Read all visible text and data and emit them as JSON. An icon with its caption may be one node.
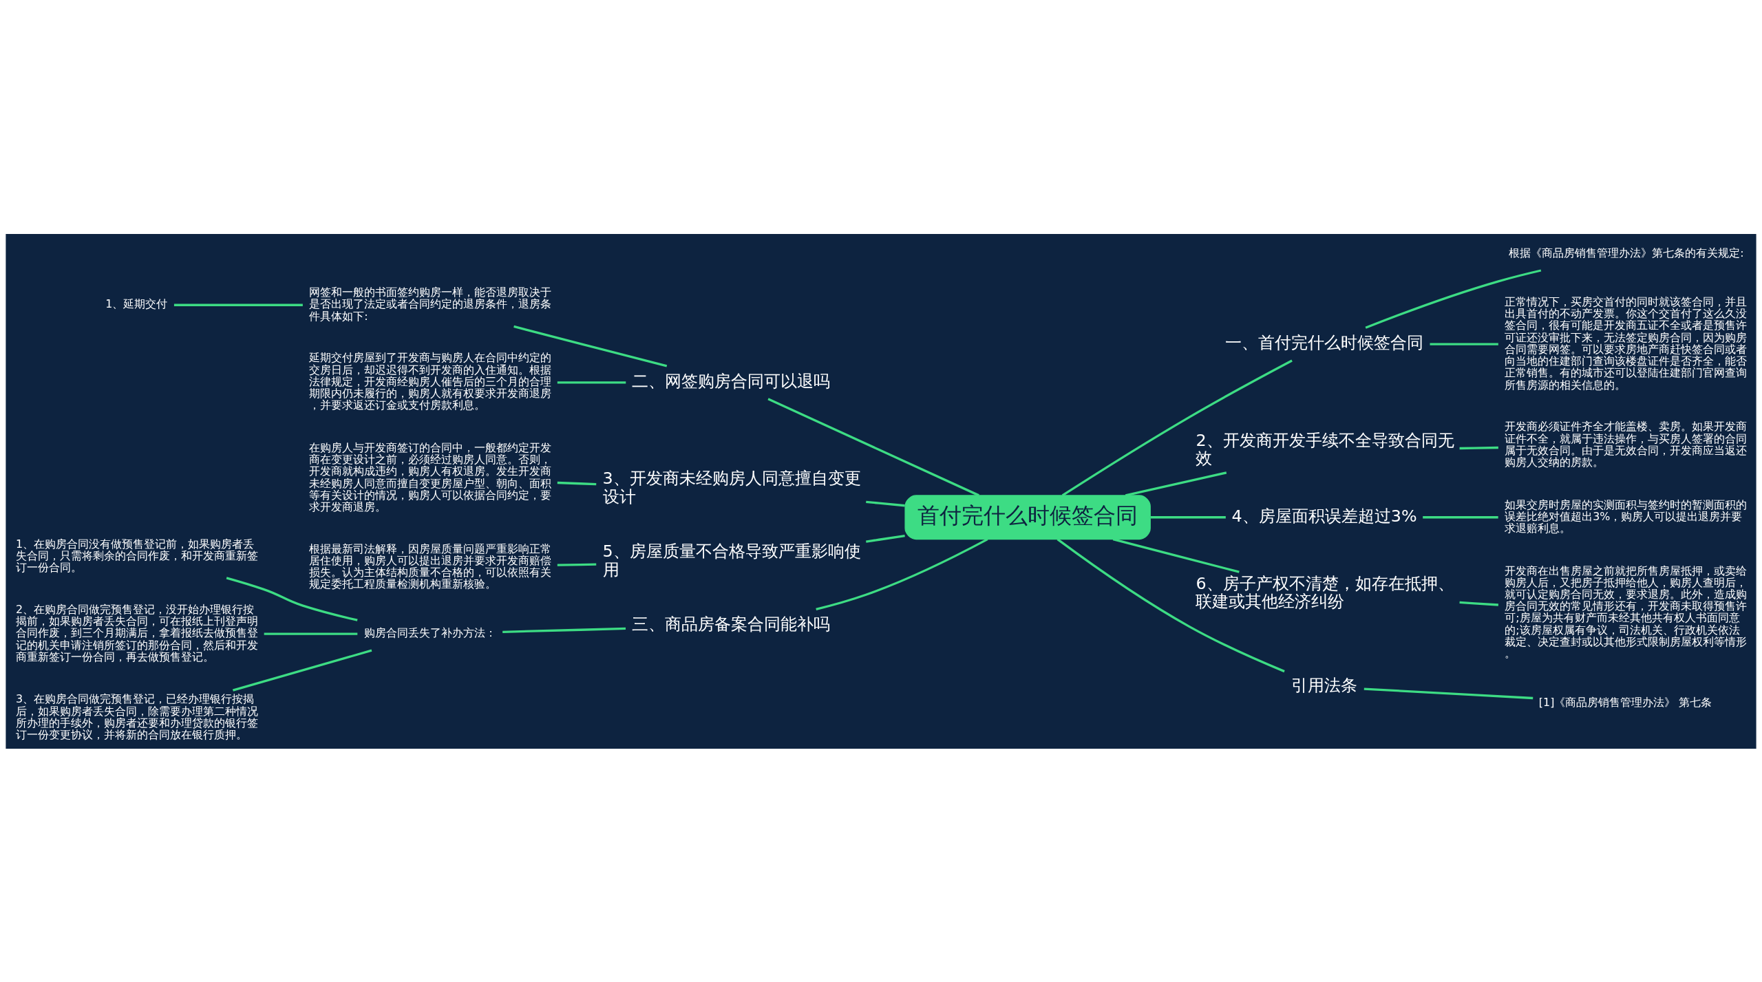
{
  "diagram": {
    "nodes": [
      {
        "text": [
          "首付完什么时候签合同"
        ]
      },
      {
        "text": [
          "一、首付完什么时候签合同"
        ]
      },
      {
        "text": [
          "根据《商品房销售管理办法》第七条的有关规定:"
        ]
      },
      {
        "text": [
          "正常情况下，买房交首付的同时就该签合同，并且出具首付的不动产发票。你这个交首付了这么久没签合同，很有可能是开发商五证不全或者是预售许可证还没审批下来，无法签定购房合同，因为购房合同需要网签。可以要求房地产商赶快签合同或者向当地的住建部门查询该楼盘证件是否齐全，能否正常销售。有的城市还可以登陆住建部门官网查询所售房源的相关信息的。"
        ]
      },
      {
        "text": [
          "2、开发商开发手续不全导致合同无效"
        ]
      },
      {
        "text": [
          "开发商必须证件齐全才能盖楼、卖房。如果开发商证件不全，就属于违法操作，与买房人签署的合同属于无效合同。由于是无效合同，开发商应当返还购房人交纳的房款。"
        ]
      },
      {
        "text": [
          "4、房屋面积误差超过3%"
        ]
      },
      {
        "text": [
          "如果交房时房屋的实测面积与签约时的暂测面积的误差比绝对值超出3%，购房人可以提出退房并要求退赔利息。"
        ]
      },
      {
        "text": [
          "6、房子产权不清楚，如存在抵押、联建或其他经济纠纷"
        ]
      },
      {
        "text": [
          "开发商在出售房屋之前就把所售房屋抵押，或卖给购房人后，又把房子抵押给他人，购房人查明后，就可认定购房合同无效，要求退房。此外，造成购房合同无效的常见情形还有，开发商未取得预售许可;房屋为共有财产而未经其他共有权人书面同意的;该房屋权属有争议，司法机关、行政机关依法裁定、决定查封或以其他形式限制房屋权利等情形。"
        ]
      },
      {
        "text": [
          "引用法条"
        ]
      },
      {
        "text": [
          "[1]《商品房销售管理办法》 第七条"
        ]
      },
      {
        "text": [
          "二、网签购房合同可以退吗"
        ]
      },
      {
        "text": [
          "网签和一般的书面签约购房一样，能否退房取决于是否出现了法定或者合同约定的退房条件，退房条件具体如下:"
        ]
      },
      {
        "text": [
          "1、延期交付"
        ]
      },
      {
        "text": [
          "延期交付房屋到了开发商与购房人在合同中约定的交房日后，却迟迟得不到开发商的入住通知。根据法律规定，开发商经购房人催告后的三个月的合理期限内仍未履行的，购房人就有权要求开发商退房，并要求返还订金或支付房款利息。"
        ]
      },
      {
        "text": [
          "3、开发商未经购房人同意擅自变更设计"
        ]
      },
      {
        "text": [
          "在购房人与开发商签订的合同中，一般都约定开发商在变更设计之前，必须经过购房人同意。否则，开发商就构成违约，购房人有权退房。发生开发商未经购房人同意而擅自变更房屋户型、朝向、面积等有关设计的情况，购房人可以依据合同约定，要求开发商退房。"
        ]
      },
      {
        "text": [
          "5、房屋质量不合格导致严重影响使用"
        ]
      },
      {
        "text": [
          "根据最新司法解释，因房屋质量问题严重影响正常居住使用，购房人可以提出退房并要求开发商赔偿损失。认为主体结构质量不合格的，可以依照有关规定委托工程质量检测机构重新核验。"
        ]
      },
      {
        "text": [
          "三、商品房备案合同能补吗"
        ]
      },
      {
        "text": [
          "购房合同丢失了补办方法："
        ]
      },
      {
        "text": [
          "1、在购房合同没有做预售登记前，如果购房者丢失合同，只需将剩余的合同作废，和开发商重新签订一份合同。"
        ]
      },
      {
        "text": [
          "2、在购房合同做完预售登记，没开始办理银行按揭前，如果购房者丢失合同，可在报纸上刊登声明合同作废，到三个月期满后，拿着报纸去做预售登记的机关申请注销所签订的那份合同，然后和开发商重新签订一份合同，再去做预售登记。"
        ]
      },
      {
        "text": [
          "3、在购房合同做完预售登记，已经办理银行按揭后，如果购房者丢失合同，除需要办理第二种情况所办理的手续外，购房者还要和办理贷款的银行签订一份变更协议，并将新的合同放在银行质押。"
        ]
      }
    ],
    "edges": [
      {
        "from": 0,
        "to": 1,
        "arrow": "none"
      },
      {
        "from": 1,
        "to": 2,
        "arrow": "none"
      },
      {
        "from": 1,
        "to": 3,
        "arrow": "none"
      },
      {
        "from": 0,
        "to": 4,
        "arrow": "none"
      },
      {
        "from": 4,
        "to": 5,
        "arrow": "none"
      },
      {
        "from": 0,
        "to": 6,
        "arrow": "none"
      },
      {
        "from": 6,
        "to": 7,
        "arrow": "none"
      },
      {
        "from": 0,
        "to": 8,
        "arrow": "none"
      },
      {
        "from": 8,
        "to": 9,
        "arrow": "none"
      },
      {
        "from": 0,
        "to": 10,
        "arrow": "none"
      },
      {
        "from": 10,
        "to": 11,
        "arrow": "none"
      },
      {
        "from": 0,
        "to": 12,
        "arrow": "none"
      },
      {
        "from": 12,
        "to": 13,
        "arrow": "none"
      },
      {
        "from": 13,
        "to": 14,
        "arrow": "none"
      },
      {
        "from": 12,
        "to": 15,
        "arrow": "none"
      },
      {
        "from": 0,
        "to": 16,
        "arrow": "none"
      },
      {
        "from": 16,
        "to": 17,
        "arrow": "none"
      },
      {
        "from": 0,
        "to": 18,
        "arrow": "none"
      },
      {
        "from": 18,
        "to": 19,
        "arrow": "none"
      },
      {
        "from": 0,
        "to": 20,
        "arrow": "none"
      },
      {
        "from": 20,
        "to": 21,
        "arrow": "none"
      },
      {
        "from": 21,
        "to": 22,
        "arrow": "none"
      },
      {
        "from": 21,
        "to": 23,
        "arrow": "none"
      },
      {
        "from": 21,
        "to": 24,
        "arrow": "none"
      }
    ]
  }
}
